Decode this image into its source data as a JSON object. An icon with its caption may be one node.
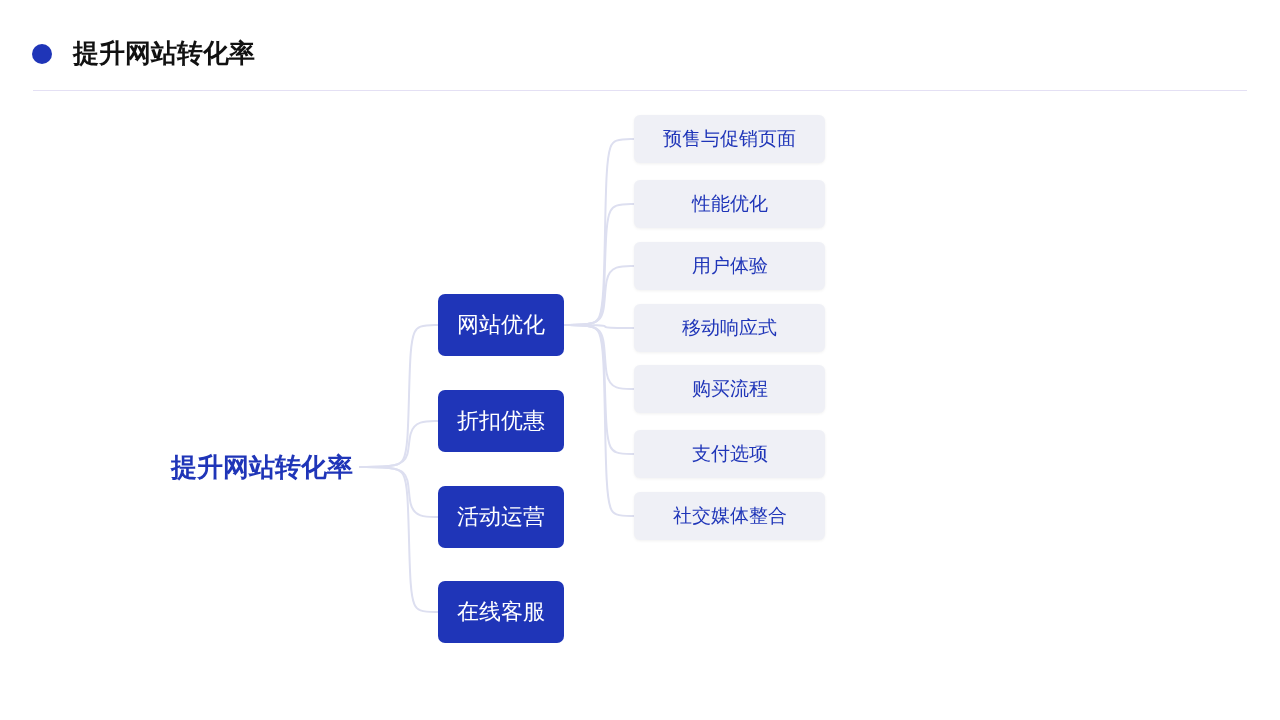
{
  "diagram": {
    "title": "提升网站转化率",
    "nodes": [
      {
        "text": [
          "提升网站转化率"
        ]
      },
      {
        "text": [
          "网站优化"
        ]
      },
      {
        "text": [
          "折扣优惠"
        ]
      },
      {
        "text": [
          "活动运营"
        ]
      },
      {
        "text": [
          "在线客服"
        ]
      },
      {
        "text": [
          "预售与促销页面"
        ]
      },
      {
        "text": [
          "性能优化"
        ]
      },
      {
        "text": [
          "用户体验"
        ]
      },
      {
        "text": [
          "移动响应式"
        ]
      },
      {
        "text": [
          "购买流程"
        ]
      },
      {
        "text": [
          "支付选项"
        ]
      },
      {
        "text": [
          "社交媒体整合"
        ]
      }
    ],
    "edges": [
      {
        "from": 0,
        "to": 1,
        "arrow": "none"
      },
      {
        "from": 0,
        "to": 2,
        "arrow": "none"
      },
      {
        "from": 0,
        "to": 3,
        "arrow": "none"
      },
      {
        "from": 0,
        "to": 4,
        "arrow": "none"
      },
      {
        "from": 1,
        "to": 5,
        "arrow": "none"
      },
      {
        "from": 1,
        "to": 6,
        "arrow": "none"
      },
      {
        "from": 1,
        "to": 7,
        "arrow": "none"
      },
      {
        "from": 1,
        "to": 8,
        "arrow": "none"
      },
      {
        "from": 1,
        "to": 9,
        "arrow": "none"
      },
      {
        "from": 1,
        "to": 10,
        "arrow": "none"
      },
      {
        "from": 1,
        "to": 11,
        "arrow": "none"
      }
    ]
  }
}
